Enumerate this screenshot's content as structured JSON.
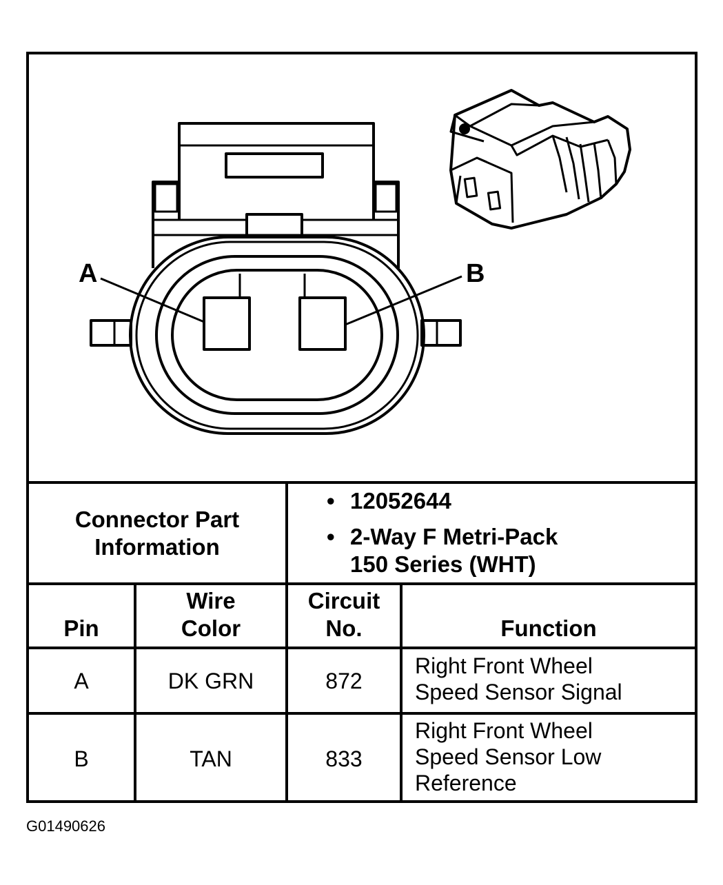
{
  "diagram": {
    "callout_a": "A",
    "callout_b": "B"
  },
  "connector_info": {
    "label_line1": "Connector Part",
    "label_line2": "Information",
    "part_number": "12052644",
    "description_line1": "2-Way F Metri-Pack",
    "description_line2": "150 Series (WHT)"
  },
  "table": {
    "headers": {
      "pin": "Pin",
      "wire_color_line1": "Wire",
      "wire_color_line2": "Color",
      "circuit_line1": "Circuit",
      "circuit_line2": "No.",
      "function": "Function"
    },
    "rows": [
      {
        "pin": "A",
        "wire_color": "DK GRN",
        "circuit": "872",
        "function_line1": "Right Front Wheel",
        "function_line2": "Speed Sensor Signal",
        "function_line3": ""
      },
      {
        "pin": "B",
        "wire_color": "TAN",
        "circuit": "833",
        "function_line1": "Right Front Wheel",
        "function_line2": "Speed Sensor Low",
        "function_line3": "Reference"
      }
    ]
  },
  "figure_code": "G01490626"
}
